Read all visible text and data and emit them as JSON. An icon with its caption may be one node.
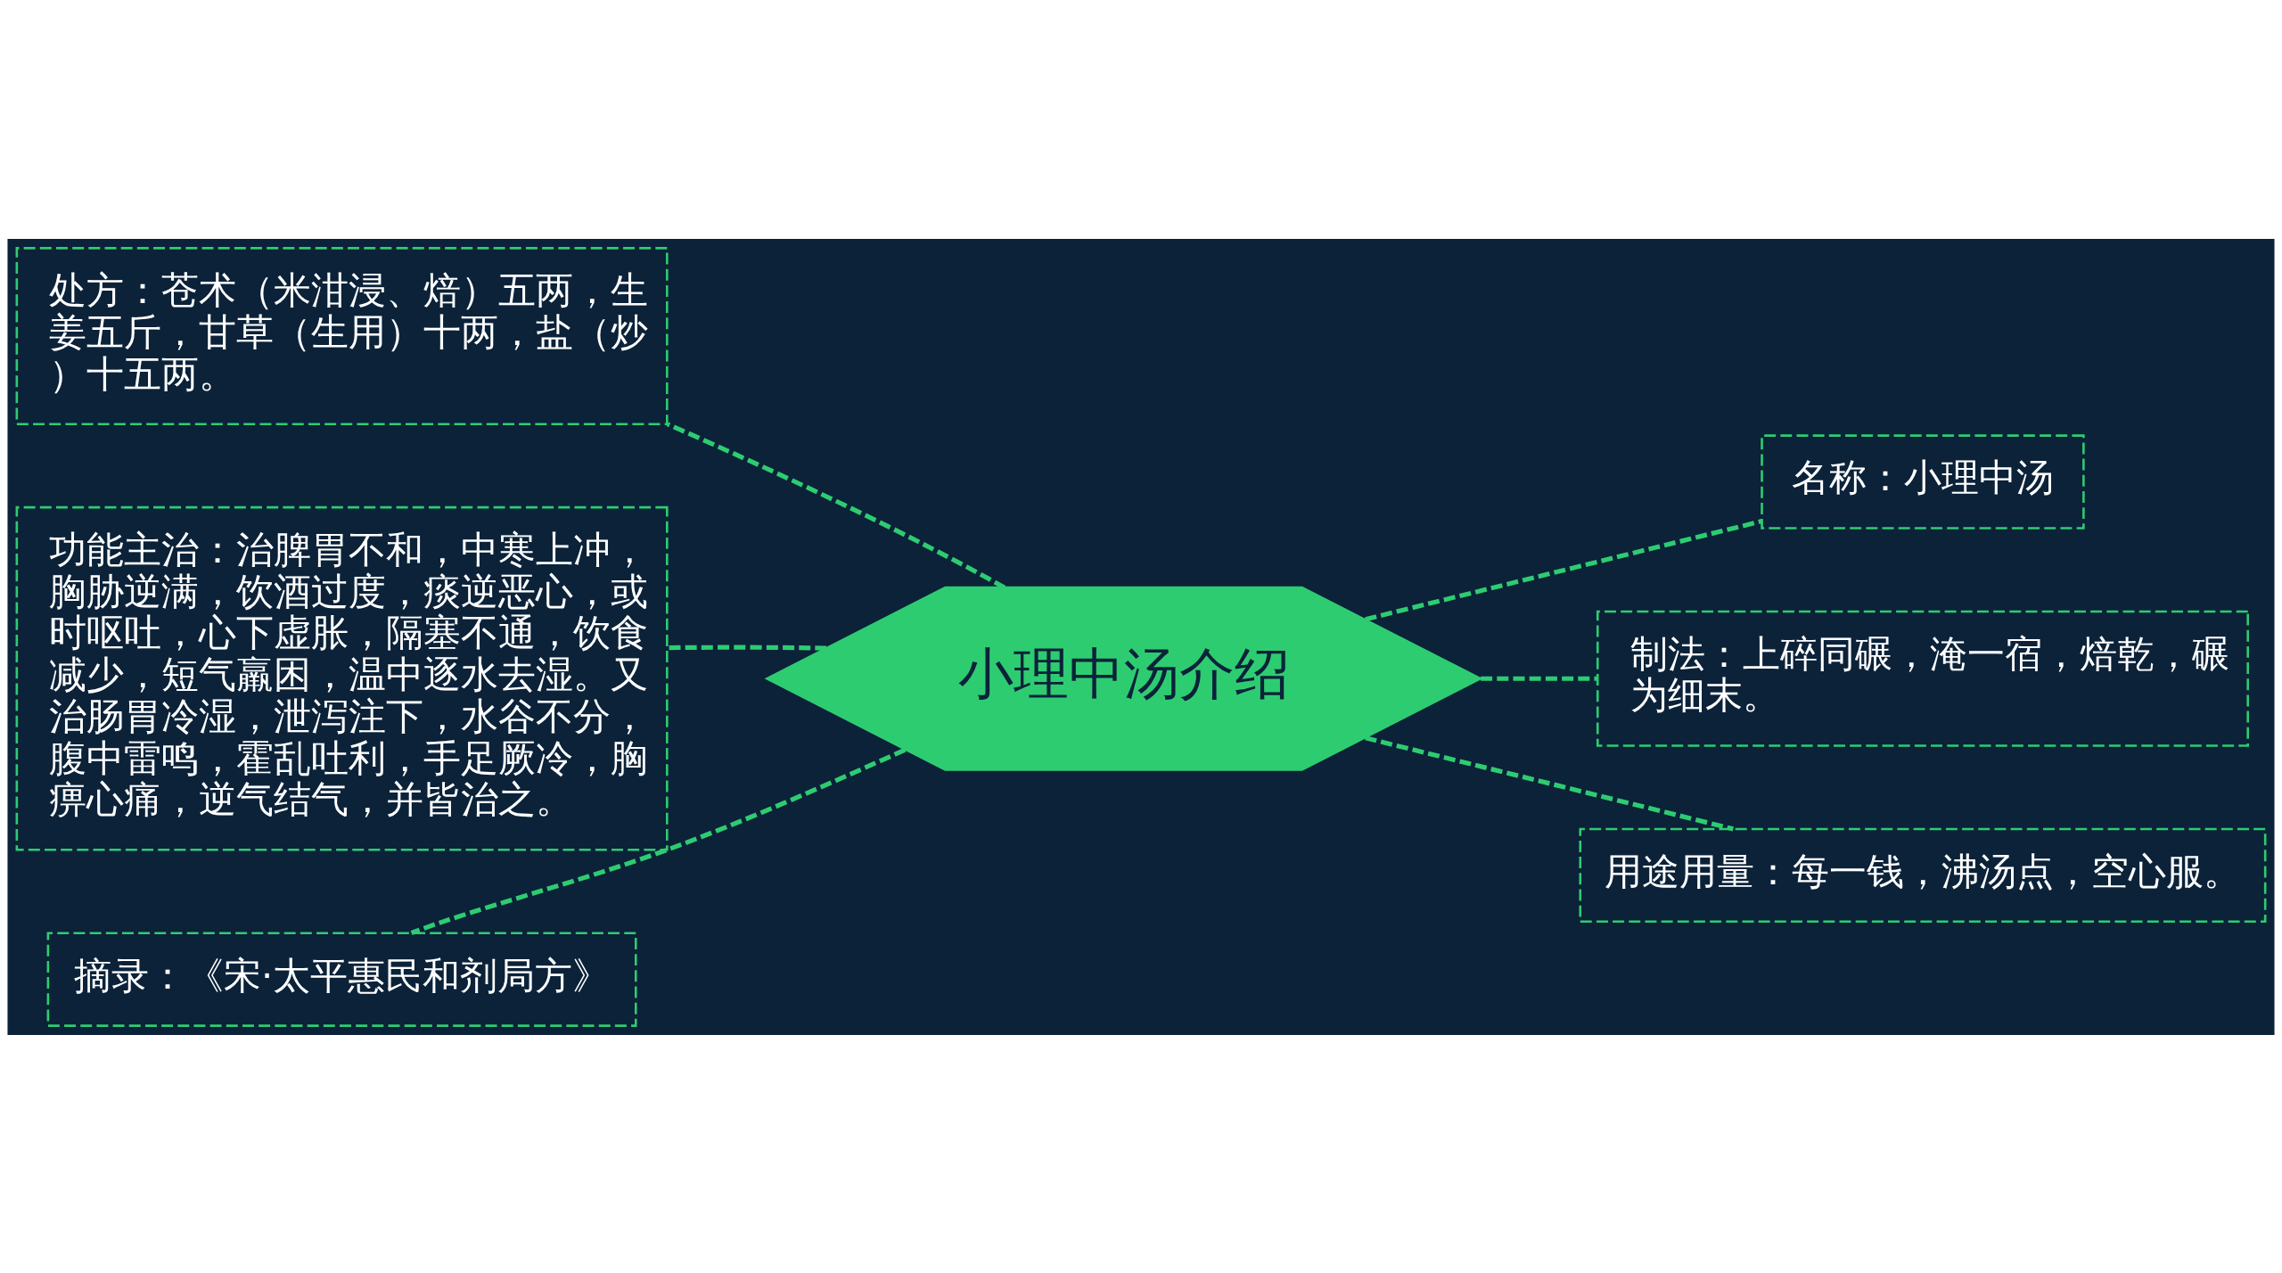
{
  "diagram": {
    "nodes": [
      {
        "text": [
          "小理中汤介绍"
        ]
      },
      {
        "text": [
          "处方：苍术（米泔浸、焙）五两，生姜五斤，甘草（生用）十两，盐（炒）十五两。"
        ]
      },
      {
        "text": [
          "功能主治：治脾胃不和，中寒上冲，胸胁逆满，饮酒过度，痰逆恶心，或时呕吐，心下虚胀，隔塞不通，饮食减少，短气羸困，温中逐水去湿。又治肠胃冷湿，泄泻注下，水谷不分，腹中雷鸣，霍乱吐利，手足厥冷，胸痹心痛，逆气结气，并皆治之。"
        ]
      },
      {
        "text": [
          "摘录：《宋·太平惠民和剂局方》"
        ]
      },
      {
        "text": [
          "名称：小理中汤"
        ]
      },
      {
        "text": [
          "制法：上碎同碾，淹一宿，焙乾，碾为细末。"
        ]
      },
      {
        "text": [
          "用途用量：每一钱，沸汤点，空心服。"
        ]
      }
    ],
    "edges": [
      {
        "from": 0,
        "to": 1,
        "arrow": "none",
        "style": "dashed"
      },
      {
        "from": 0,
        "to": 2,
        "arrow": "none",
        "style": "dashed"
      },
      {
        "from": 0,
        "to": 3,
        "arrow": "none",
        "style": "dashed"
      },
      {
        "from": 0,
        "to": 4,
        "arrow": "none",
        "style": "dashed"
      },
      {
        "from": 0,
        "to": 5,
        "arrow": "none",
        "style": "dashed"
      },
      {
        "from": 0,
        "to": 6,
        "arrow": "none",
        "style": "dashed"
      }
    ]
  }
}
